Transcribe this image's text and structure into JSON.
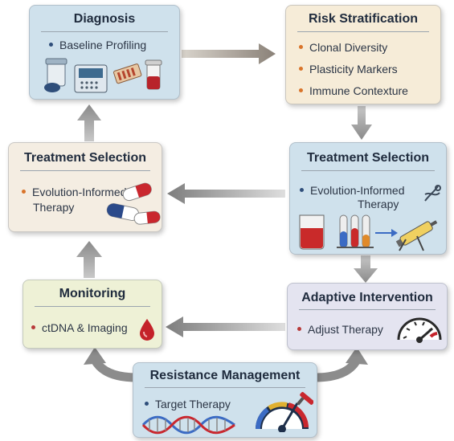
{
  "diagnosis": {
    "title": "Diagnosis",
    "items": [
      "Baseline Profiling"
    ]
  },
  "risk": {
    "title": "Risk Stratification",
    "items": [
      "Clonal Diversity",
      "Plasticity Markers",
      "Immune Contexture"
    ]
  },
  "treatment_left": {
    "title": "Treatment Selection",
    "items": [
      "Evolution-Informed",
      "Therapy"
    ]
  },
  "treatment_right": {
    "title": "Treatment Selection",
    "items": [
      "Evolution-Informed",
      "Therapy"
    ]
  },
  "monitoring": {
    "title": "Monitoring",
    "items": [
      "ctDNA & Imaging"
    ]
  },
  "adaptive": {
    "title": "Adaptive Intervention",
    "items": [
      "Adjust Therapy"
    ]
  },
  "resistance": {
    "title": "Resistance Management",
    "items": [
      "Target Therapy"
    ]
  },
  "colors": {
    "blue_box": "#cfe1ec",
    "cream_box": "#f6ecd8",
    "green_box": "#eef1d6",
    "lavender_box": "#e4e4f0",
    "arrow": "#8c8c8c"
  }
}
